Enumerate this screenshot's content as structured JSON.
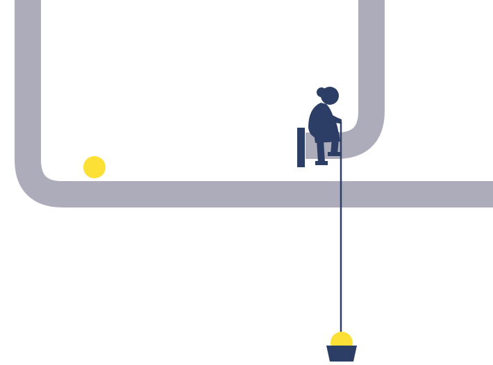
{
  "game": {
    "colors": {
      "background": "#ffffff",
      "track": "#adacbb",
      "figure": "#2c3e66",
      "coin": "#fde035",
      "rope": "#2c3e66"
    },
    "entities": [
      {
        "name": "track",
        "icon": "pipe-track"
      },
      {
        "name": "coin-on-track",
        "icon": "yellow-circle"
      },
      {
        "name": "sitting-person",
        "icon": "person-silhouette"
      },
      {
        "name": "platform-post",
        "icon": "vertical-bar"
      },
      {
        "name": "fishing-line",
        "icon": "line"
      },
      {
        "name": "hanging-bucket",
        "icon": "bucket"
      },
      {
        "name": "coin-in-bucket",
        "icon": "yellow-circle"
      }
    ]
  }
}
